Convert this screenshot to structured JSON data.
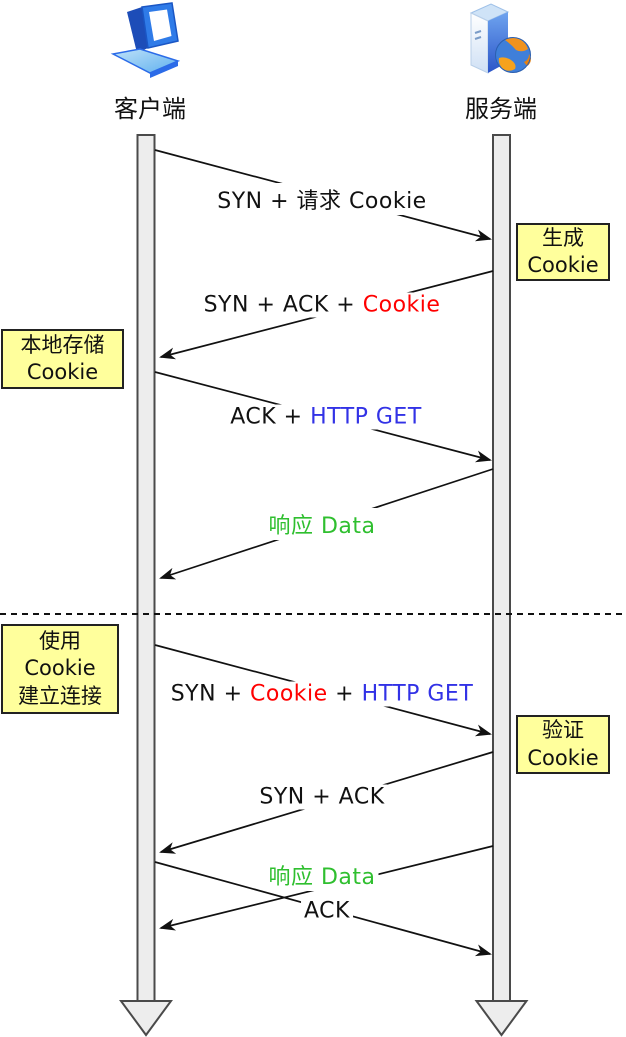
{
  "actors": {
    "client": {
      "label": "客户端",
      "icon": "laptop-icon"
    },
    "server": {
      "label": "服务端",
      "icon": "server-globe-icon"
    }
  },
  "messages": [
    {
      "name": "syn-request-cookie",
      "direction": "client-to-server",
      "parts": [
        {
          "text": "SYN + 请求 Cookie",
          "color": "#111111"
        }
      ]
    },
    {
      "name": "syn-ack-cookie",
      "direction": "server-to-client",
      "parts": [
        {
          "text": "SYN + ACK + ",
          "color": "#111111"
        },
        {
          "text": "Cookie",
          "color": "#ff0000"
        }
      ]
    },
    {
      "name": "ack-http-get",
      "direction": "client-to-server",
      "parts": [
        {
          "text": "ACK + ",
          "color": "#111111"
        },
        {
          "text": "HTTP GET",
          "color": "#3232e6"
        }
      ]
    },
    {
      "name": "response-data-1",
      "direction": "server-to-client",
      "parts": [
        {
          "text": "响应 Data",
          "color": "#2fbf2f"
        }
      ]
    },
    {
      "name": "syn-cookie-http-get",
      "direction": "client-to-server",
      "parts": [
        {
          "text": "SYN + ",
          "color": "#111111"
        },
        {
          "text": "Cookie",
          "color": "#ff0000"
        },
        {
          "text": " + ",
          "color": "#111111"
        },
        {
          "text": "HTTP GET",
          "color": "#3232e6"
        }
      ]
    },
    {
      "name": "syn-ack",
      "direction": "server-to-client",
      "parts": [
        {
          "text": "SYN + ACK",
          "color": "#111111"
        }
      ]
    },
    {
      "name": "response-data-2",
      "direction": "server-to-client",
      "parts": [
        {
          "text": "响应 Data",
          "color": "#2fbf2f"
        }
      ]
    },
    {
      "name": "ack",
      "direction": "client-to-server",
      "parts": [
        {
          "text": "ACK",
          "color": "#111111"
        }
      ]
    }
  ],
  "notes": [
    {
      "name": "generate-cookie",
      "side": "server",
      "lines": [
        "生成",
        "Cookie"
      ]
    },
    {
      "name": "store-cookie-locally",
      "side": "client",
      "lines": [
        "本地存储",
        "Cookie"
      ]
    },
    {
      "name": "use-cookie-connect",
      "side": "client",
      "lines": [
        "使用",
        "Cookie",
        "建立连接"
      ]
    },
    {
      "name": "verify-cookie",
      "side": "server",
      "lines": [
        "验证",
        "Cookie"
      ]
    }
  ],
  "colors": {
    "text": "#111111",
    "red": "#ff0000",
    "blue": "#3232e6",
    "green": "#2fbf2f",
    "note_bg": "#ffff9c",
    "note_border": "#222222",
    "lifeline_fill": "#ededed",
    "lifeline_border": "#4a4a4a",
    "arrow": "#111111"
  }
}
